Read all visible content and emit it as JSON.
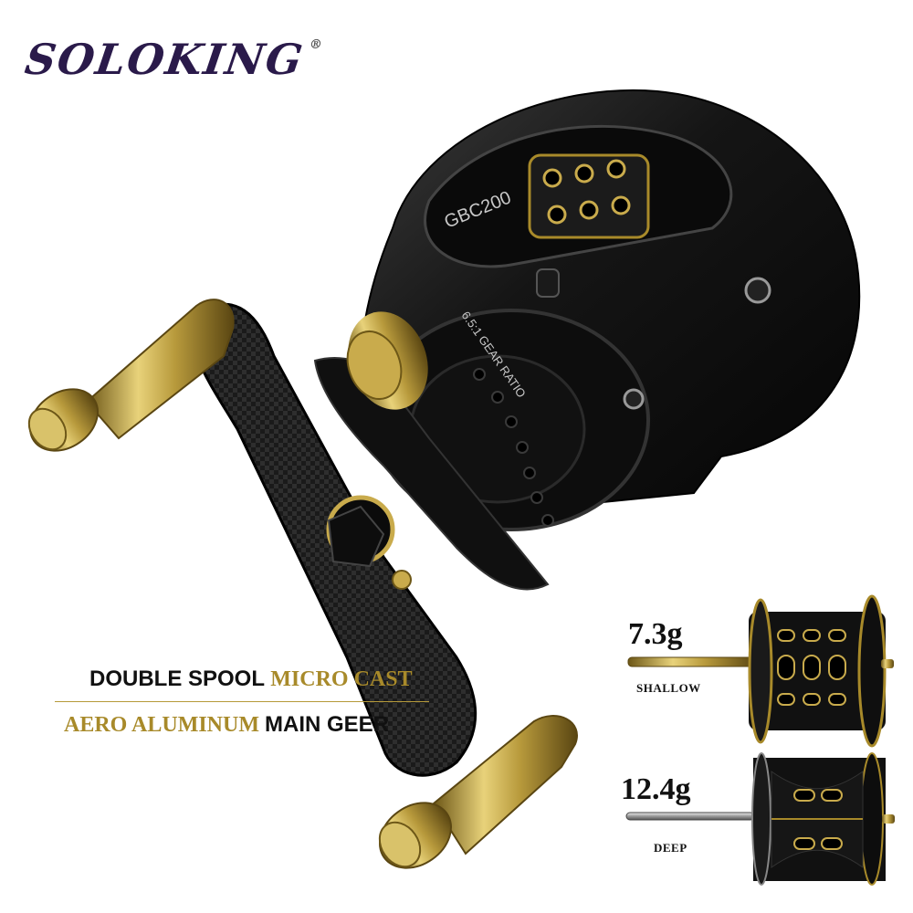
{
  "brand": {
    "name": "SOLOKING",
    "mark": "®"
  },
  "reel": {
    "model": "GBC200",
    "gear_ratio": "6.5:1 GEAR RATIO"
  },
  "taglines": {
    "line1_a": "DOUBLE SPOOL ",
    "line1_b": "MICRO CAST",
    "line2_a": "AERO ALUMINUM ",
    "line2_b": "MAIN GEER"
  },
  "spools": [
    {
      "weight": "7.3g",
      "type": "SHALLOW"
    },
    {
      "weight": "12.4g",
      "type": "DEEP"
    }
  ],
  "colors": {
    "brand": "#2a1a4a",
    "gold": "#a88a2a",
    "reel_body": "#141414"
  }
}
